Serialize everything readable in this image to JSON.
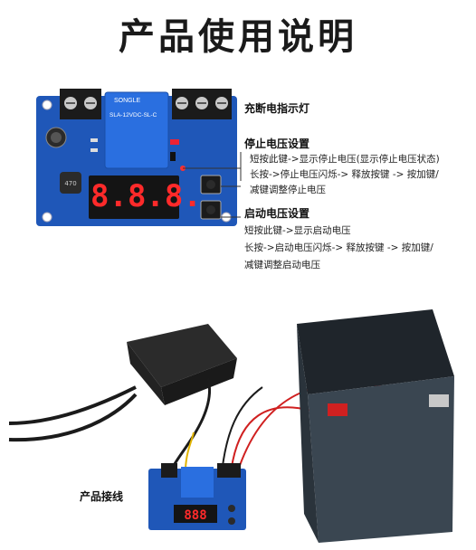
{
  "title": "产品使用说明",
  "board": {
    "relay_brand": "SONGLE",
    "relay_model": "SLA-12VDC-SL-C",
    "display": "8.8.8."
  },
  "labels": {
    "indicator": "充断电指示灯",
    "stop_title": "停止电压设置",
    "stop_line1": "短按此键->显示停止电压(显示停止电压状态)",
    "stop_line2": "长按->停止电压闪烁-> 释放按键 -> 按加键/",
    "stop_line3": "减键调整停止电压",
    "start_title": "启动电压设置",
    "start_line1": "短按此键->显示启动电压",
    "start_line2": "长按->启动电压闪烁-> 释放按键 -> 按加键/",
    "start_line3": "减键调整启动电压",
    "wiring": "产品接线"
  },
  "colors": {
    "pcb": "#1f57b8",
    "segment": "#ff2a2a",
    "battery": "#2f3a44",
    "wire_red": "#d02020",
    "wire_yellow": "#e2b400"
  }
}
